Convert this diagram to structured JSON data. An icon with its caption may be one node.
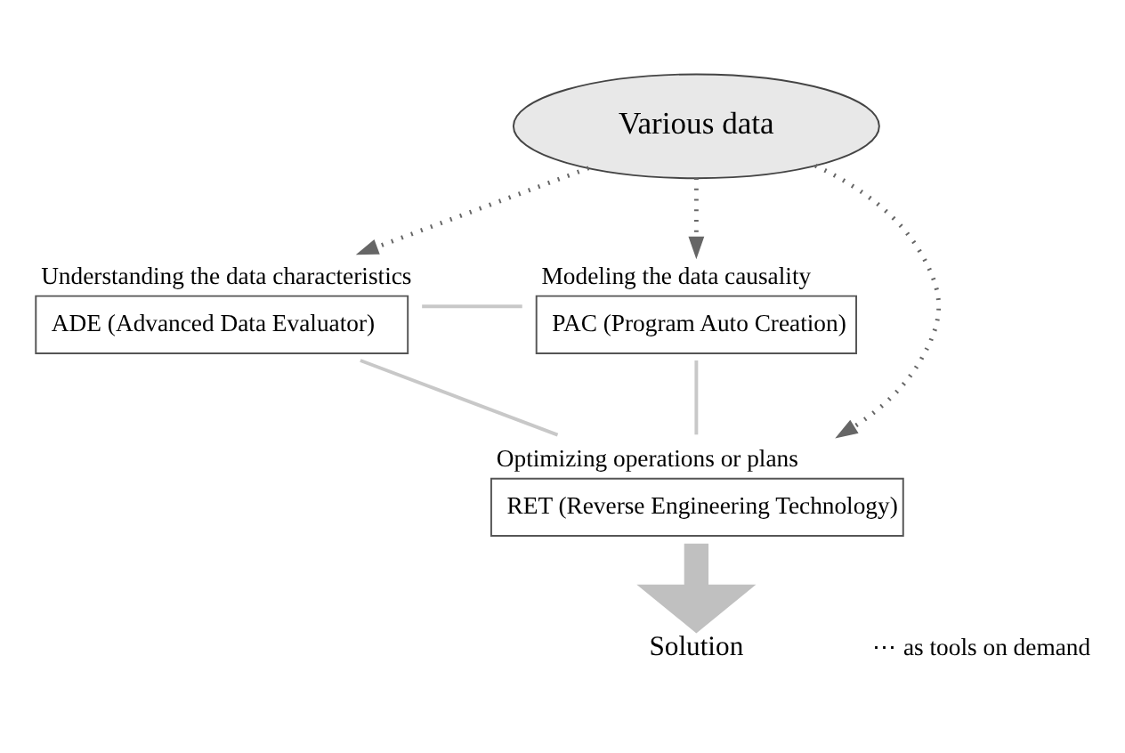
{
  "diagram": {
    "nodes": [
      {
        "text": [
          "Various data"
        ]
      },
      {
        "text": [
          "Understanding the data characteristics",
          "ADE (Advanced Data Evaluator)"
        ]
      },
      {
        "text": [
          "Modeling the data causality",
          "PAC (Program Auto Creation)"
        ]
      },
      {
        "text": [
          "Optimizing operations or plans",
          "RET (Reverse Engineering Technology)"
        ]
      },
      {
        "text": [
          "Solution"
        ]
      }
    ],
    "edges": [
      {
        "from": 0,
        "to": 1,
        "arrow": "to",
        "style": "dashed",
        "color": "#666666"
      },
      {
        "from": 0,
        "to": 2,
        "arrow": "to",
        "style": "dashed",
        "color": "#666666"
      },
      {
        "from": 0,
        "to": 3,
        "arrow": "to",
        "style": "dashed",
        "color": "#666666"
      },
      {
        "from": 1,
        "to": 2,
        "arrow": "none",
        "color": "#c8c8c8"
      },
      {
        "from": 1,
        "to": 3,
        "arrow": "none",
        "color": "#c8c8c8"
      },
      {
        "from": 2,
        "to": 3,
        "arrow": "none",
        "color": "#c8c8c8"
      },
      {
        "from": 3,
        "to": 4,
        "arrow": "to",
        "style": "thick",
        "color": "#c0c0c0"
      }
    ],
    "labels": [
      "⋯ as tools on demand"
    ]
  }
}
